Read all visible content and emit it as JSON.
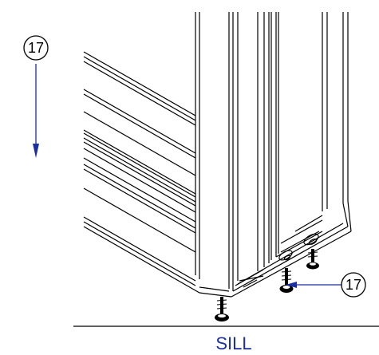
{
  "callouts": {
    "top_left": "17",
    "bottom_right": "17"
  },
  "caption": "SILL",
  "colors": {
    "line": "#000000",
    "leader": "#1a2fa0",
    "caption": "#1a2fa0",
    "background": "#ffffff"
  }
}
